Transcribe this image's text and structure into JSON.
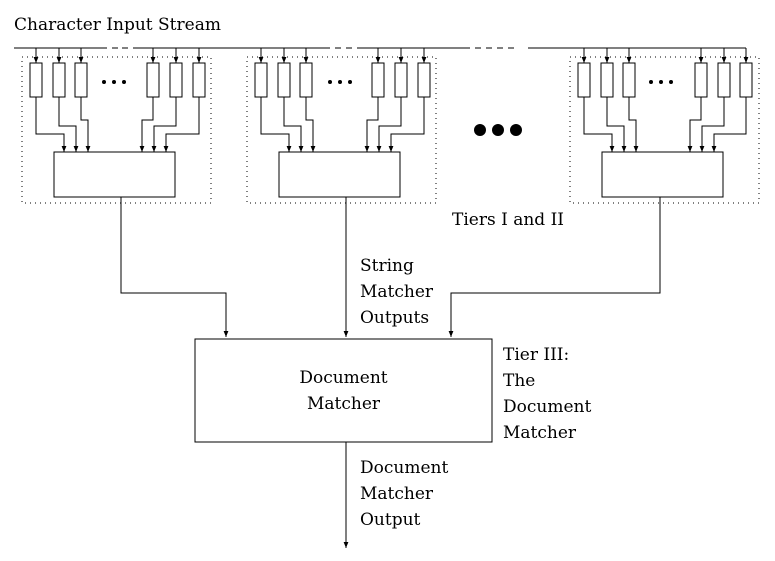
{
  "title": "Character Input Stream",
  "tiers_label": "Tiers I and II",
  "string_matcher_outputs": [
    "String",
    "Matcher",
    "Outputs"
  ],
  "tier3": [
    "Tier III:",
    "The",
    "Document",
    "Matcher"
  ],
  "document_matcher": [
    "Document",
    "Matcher"
  ],
  "document_matcher_output": [
    "Document",
    "Matcher",
    "Output"
  ],
  "ellipsis": "•••",
  "big_ellipsis": "•••"
}
